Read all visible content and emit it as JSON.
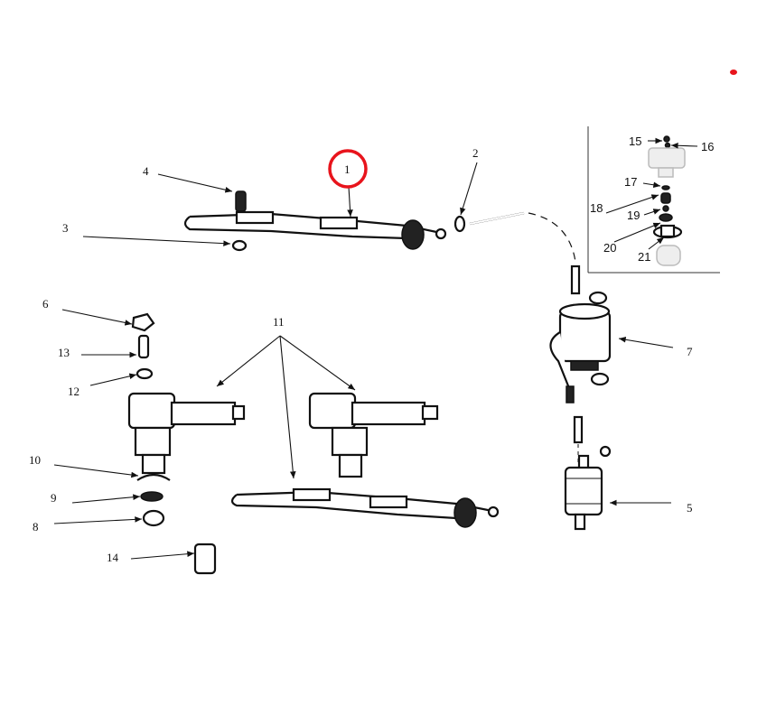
{
  "diagram": {
    "callouts": {
      "c1": "1",
      "c2": "2",
      "c3": "3",
      "c4": "4",
      "c5": "5",
      "c6": "6",
      "c7": "7",
      "c8": "8",
      "c9": "9",
      "c10": "10",
      "c11": "11",
      "c12": "12",
      "c13": "13",
      "c14": "14",
      "c15": "15",
      "c16": "16",
      "c17": "17",
      "c18": "18",
      "c19": "19",
      "c20": "20",
      "c21": "21"
    },
    "highlight": {
      "callout": "1",
      "color": "#e8141c"
    },
    "marker_color": "#e8141c"
  }
}
